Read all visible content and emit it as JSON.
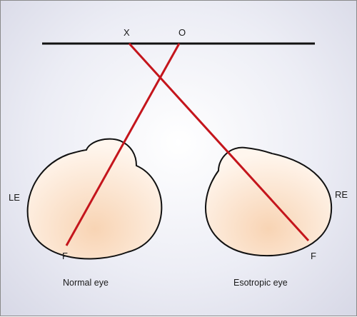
{
  "points": {
    "x": "X",
    "o": "O"
  },
  "left_eye": {
    "side_label": "LE",
    "fovea_label": "F",
    "caption": "Normal eye"
  },
  "right_eye": {
    "side_label": "RE",
    "fovea_label": "F",
    "caption": "Esotropic eye"
  },
  "colors": {
    "line": "#111111",
    "ray": "#c4151c",
    "eye_fill_light": "#fff6ee",
    "eye_fill_dark": "#f8d4b4"
  }
}
